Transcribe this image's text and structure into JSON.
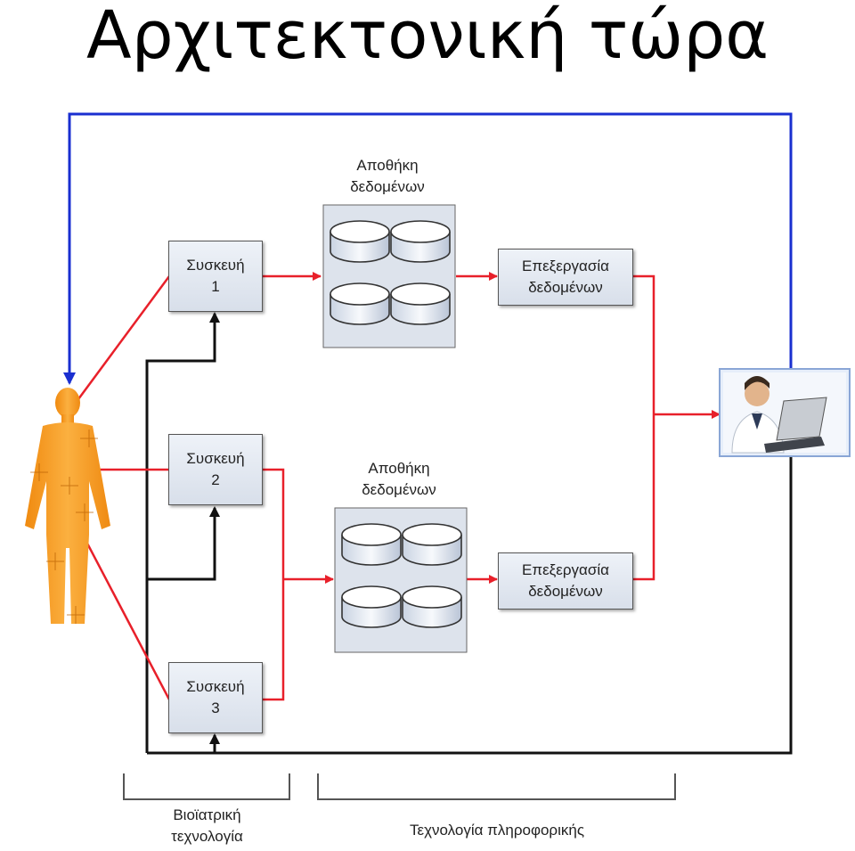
{
  "title": "Αρχιτεκτονική τώρα",
  "devices": [
    {
      "line1": "Συσκευή",
      "line2": "1"
    },
    {
      "line1": "Συσκευή",
      "line2": "2"
    },
    {
      "line1": "Συσκευή",
      "line2": "3"
    }
  ],
  "storage": [
    {
      "line1": "Αποθήκη",
      "line2": "δεδομένων"
    },
    {
      "line1": "Αποθήκη",
      "line2": "δεδομένων"
    }
  ],
  "processing": [
    {
      "line1": "Επεξεργασία",
      "line2": "δεδομένων"
    },
    {
      "line1": "Επεξεργασία",
      "line2": "δεδομένων"
    }
  ],
  "brackets": {
    "biomedical": {
      "line1": "Βιοϊατρική",
      "line2": "τεχνολογία"
    },
    "it": "Τεχνολογία πληροφορικής"
  },
  "colors": {
    "red_flow": "#e8202a",
    "black_flow": "#111111",
    "blue_feedback": "#1a2fd0",
    "human": "#f39a1e"
  }
}
